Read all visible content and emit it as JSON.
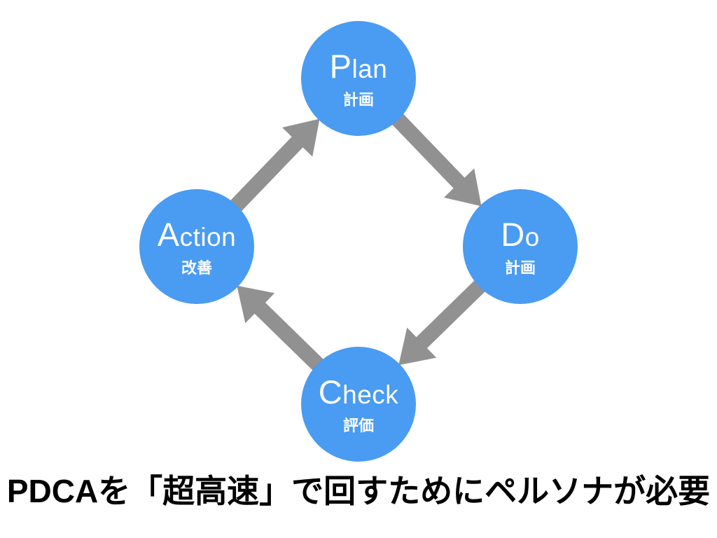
{
  "diagram": {
    "type": "cycle",
    "nodes": [
      {
        "id": "plan",
        "initial": "P",
        "rest": "lan",
        "label": "Plan",
        "sub": "計画"
      },
      {
        "id": "do",
        "initial": "D",
        "rest": "o",
        "label": "Do",
        "sub": "計画"
      },
      {
        "id": "check",
        "initial": "C",
        "rest": "heck",
        "label": "Check",
        "sub": "評価"
      },
      {
        "id": "action",
        "initial": "A",
        "rest": "ction",
        "label": "Action",
        "sub": "改善"
      }
    ],
    "edges": [
      {
        "from": "plan",
        "to": "do"
      },
      {
        "from": "do",
        "to": "check"
      },
      {
        "from": "check",
        "to": "action"
      },
      {
        "from": "action",
        "to": "plan"
      }
    ],
    "colors": {
      "node_fill": "#4A9BF2",
      "node_text": "#FFFFFF",
      "arrow": "#919191",
      "caption_text": "#000000",
      "background": "#FFFFFF"
    }
  },
  "caption": {
    "text": "PDCAを「超高速」で回すためにペルソナが必要"
  }
}
